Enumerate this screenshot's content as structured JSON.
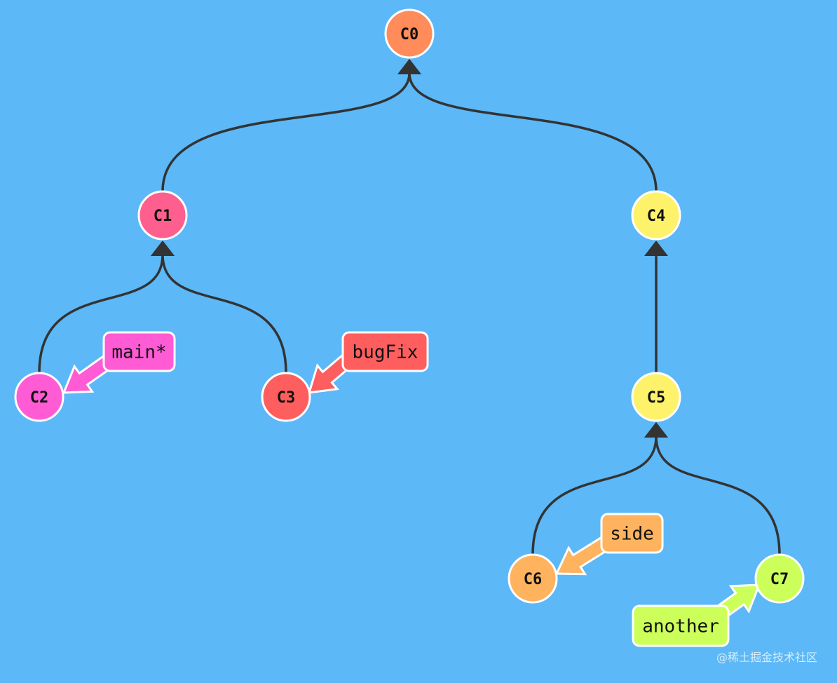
{
  "commits": [
    {
      "id": "C0",
      "color": "#ff8c5a"
    },
    {
      "id": "C1",
      "color": "#ff5f8f"
    },
    {
      "id": "C2",
      "color": "#ff5bd4"
    },
    {
      "id": "C3",
      "color": "#ff5e5e"
    },
    {
      "id": "C4",
      "color": "#fff26b"
    },
    {
      "id": "C5",
      "color": "#fff26b"
    },
    {
      "id": "C6",
      "color": "#ffb35e"
    },
    {
      "id": "C7",
      "color": "#ccff5a"
    }
  ],
  "parent_links": [
    {
      "child": "C1",
      "parent": "C0"
    },
    {
      "child": "C4",
      "parent": "C0"
    },
    {
      "child": "C2",
      "parent": "C1"
    },
    {
      "child": "C3",
      "parent": "C1"
    },
    {
      "child": "C5",
      "parent": "C4"
    },
    {
      "child": "C6",
      "parent": "C5"
    },
    {
      "child": "C7",
      "parent": "C5"
    }
  ],
  "branches": [
    {
      "name": "main*",
      "target": "C2",
      "color": "#ff5bd4"
    },
    {
      "name": "bugFix",
      "target": "C3",
      "color": "#ff5e5e"
    },
    {
      "name": "side",
      "target": "C6",
      "color": "#ffb35e"
    },
    {
      "name": "another",
      "target": "C7",
      "color": "#ccff5a"
    }
  ],
  "colors": {
    "background": "#5cb8f7",
    "edge": "#333333",
    "node_stroke": "#ffffff",
    "label_text": "#111111"
  },
  "watermark": "@稀土掘金技术社区"
}
